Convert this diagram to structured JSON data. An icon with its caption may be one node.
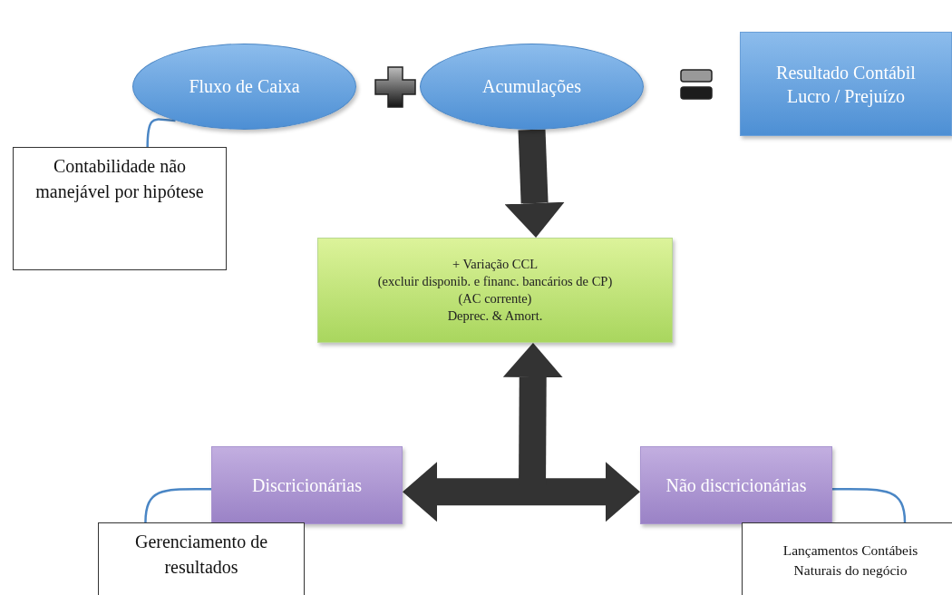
{
  "diagram": {
    "nodes": [
      {
        "text": [
          "Fluxo de Caixa"
        ]
      },
      {
        "text": [
          "Acumulações"
        ]
      },
      {
        "text": [
          "Resultado Contábil Lucro / Prejuízo"
        ]
      },
      {
        "text": [
          "Contabilidade não manejável por hipótese"
        ]
      },
      {
        "text": [
          "+ Variação CCL",
          "(excluir disponib. e financ. bancários de CP)",
          "(AC corrente)",
          "Deprec. & Amort."
        ]
      },
      {
        "text": [
          "Discricionárias"
        ]
      },
      {
        "text": [
          "Não discricionárias"
        ]
      },
      {
        "text": [
          "Gerenciamento de resultados"
        ]
      },
      {
        "text": [
          "Lançamentos Contábeis Naturais do negócio"
        ]
      }
    ],
    "edges": [
      {
        "from": 3,
        "to": 0,
        "arrow": "none"
      },
      {
        "from": 1,
        "to": 4,
        "arrow": "to",
        "style": "thick",
        "color": "#333333"
      },
      {
        "from": 5,
        "to": 6,
        "arrow": "both",
        "style": "thick",
        "color": "#333333"
      },
      {
        "from": null,
        "to": 4,
        "arrow": "to",
        "style": "thick",
        "color": "#333333"
      },
      {
        "from": 7,
        "to": 5,
        "arrow": "none"
      },
      {
        "from": 8,
        "to": 6,
        "arrow": "none"
      }
    ]
  }
}
